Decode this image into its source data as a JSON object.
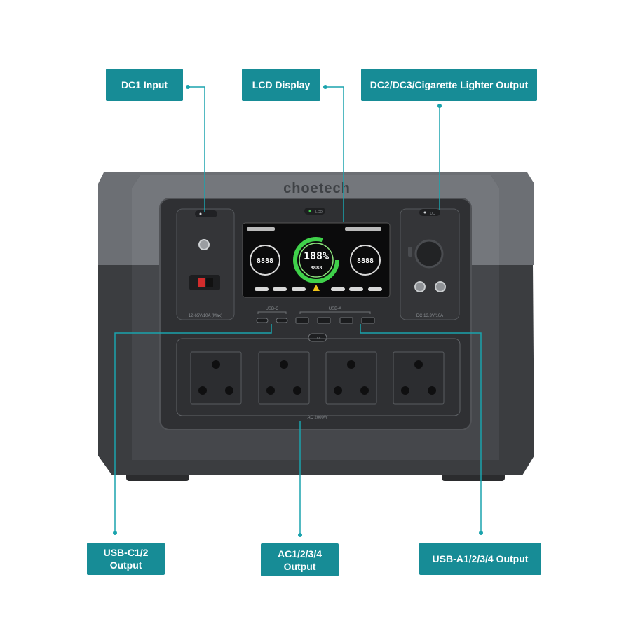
{
  "callouts": {
    "dc1_input": "DC1 Input",
    "lcd_display": "LCD Display",
    "dc_output": "DC2/DC3/Cigarette Lighter Output",
    "usbc_line1": "USB-C1/2",
    "usbc_line2": "Output",
    "ac_line1": "AC1/2/3/4",
    "ac_line2": "Output",
    "usba_output": "USB-A1/2/3/4  Output"
  },
  "device": {
    "brand": "choetech",
    "dc_in_spec": "12-65V/10A (Max)",
    "dc_out_spec": "DC 13.3V/10A",
    "dc_button": "DC",
    "lcd_button": "LCD",
    "usbc_label": "USB-C",
    "usba_label": "USB-A",
    "ac_button": "AC",
    "ac_spec": "AC 2000W",
    "lcd": {
      "battery_percent": "188%",
      "input_digits": "8888",
      "output_digits": "8888",
      "center_digits": "8888"
    }
  },
  "colors": {
    "accent": "#178c96",
    "lcd_green": "#3fd14a",
    "body_dark": "#3a3c3f",
    "body_top": "#6d7075"
  }
}
